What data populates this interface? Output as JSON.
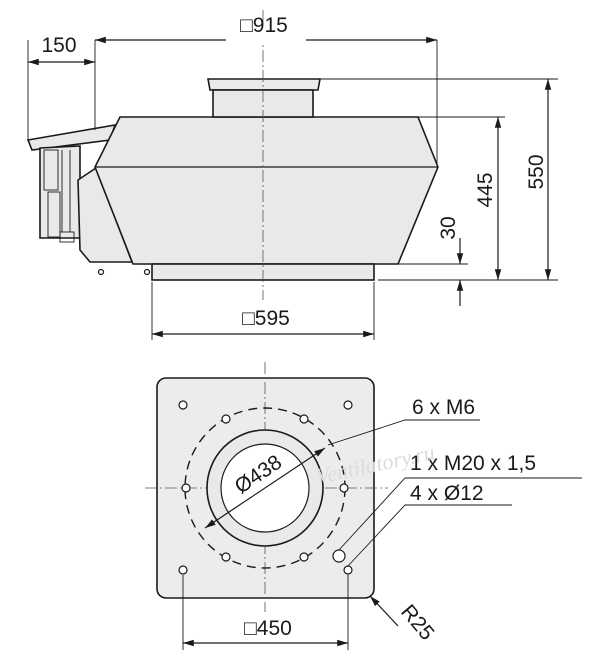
{
  "colors": {
    "stroke": "#1a1a1a",
    "housing_fill": "#e9e9e9",
    "plate_fill": "#ececec",
    "watermark": "#dcdcdc"
  },
  "side_view": {
    "overall_width": "□915",
    "motor_box_projection": "150",
    "base_square": "□595",
    "total_height": "550",
    "housing_height": "445",
    "base_height": "30"
  },
  "top_view": {
    "bolt_circle_diameter": "Ø438",
    "bolt_spec": "6 x M6",
    "cable_gland": "1 x M20 x 1,5",
    "mounting_holes": "4 x Ø12",
    "hole_spacing": "□450",
    "corner_radius": "R25"
  },
  "watermark": "Ventilatory.ru"
}
